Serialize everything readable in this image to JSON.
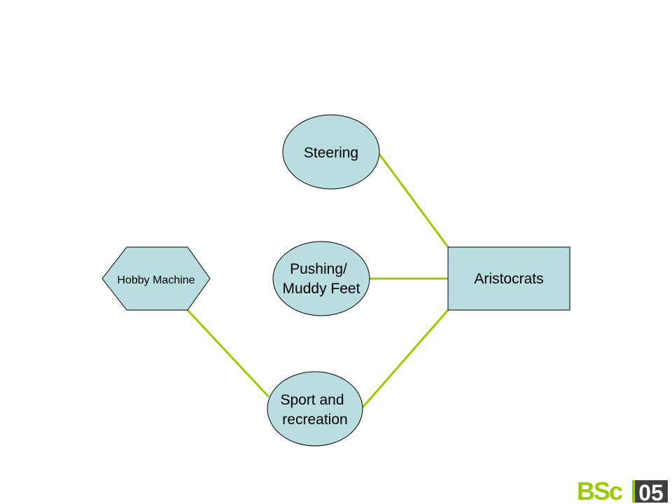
{
  "diagram": {
    "nodes": {
      "steering": {
        "label": "Steering"
      },
      "pushing": {
        "line1": "Pushing/",
        "line2": "Muddy Feet"
      },
      "sport": {
        "line1": "Sport and",
        "line2": "recreation"
      },
      "hobby": {
        "label": "Hobby Machine"
      },
      "aristocrats": {
        "label": "Aristocrats"
      }
    },
    "connectors": [
      {
        "from": "aristocrats",
        "to": "steering"
      },
      {
        "from": "aristocrats",
        "to": "pushing"
      },
      {
        "from": "aristocrats",
        "to": "sport"
      },
      {
        "from": "hobby",
        "to": "sport"
      }
    ]
  },
  "logo": {
    "text_left": "BSc",
    "text_right": "05"
  },
  "colors": {
    "node_fill": "#b9dde0",
    "node_stroke": "#000000",
    "connector": "#99cc00",
    "logo_green": "#99cc00",
    "logo_dark": "#3f3f3f"
  }
}
